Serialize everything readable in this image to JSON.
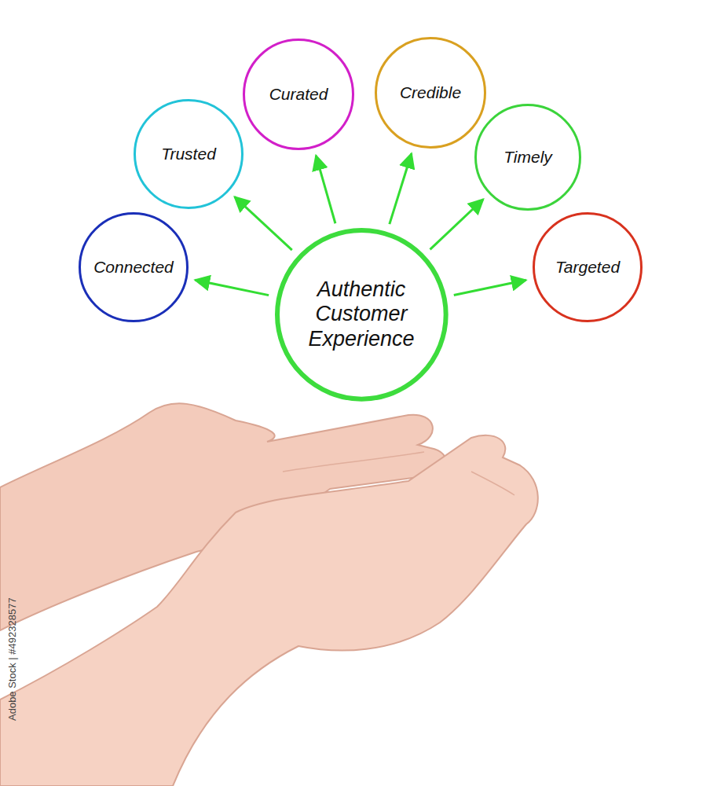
{
  "diagram": {
    "nodes": [
      {
        "text": [
          "Authentic Customer Experience"
        ]
      },
      {
        "text": [
          "Connected"
        ]
      },
      {
        "text": [
          "Trusted"
        ]
      },
      {
        "text": [
          "Curated"
        ]
      },
      {
        "text": [
          "Credible"
        ]
      },
      {
        "text": [
          "Timely"
        ]
      },
      {
        "text": [
          "Targeted"
        ]
      }
    ],
    "edges": [
      {
        "from": 0,
        "to": 1,
        "arrow": "to"
      },
      {
        "from": 0,
        "to": 2,
        "arrow": "to"
      },
      {
        "from": 0,
        "to": 3,
        "arrow": "to"
      },
      {
        "from": 0,
        "to": 4,
        "arrow": "to"
      },
      {
        "from": 0,
        "to": 5,
        "arrow": "to"
      },
      {
        "from": 0,
        "to": 6,
        "arrow": "to"
      }
    ],
    "labels": [
      "Adobe Stock | #492328577"
    ]
  }
}
